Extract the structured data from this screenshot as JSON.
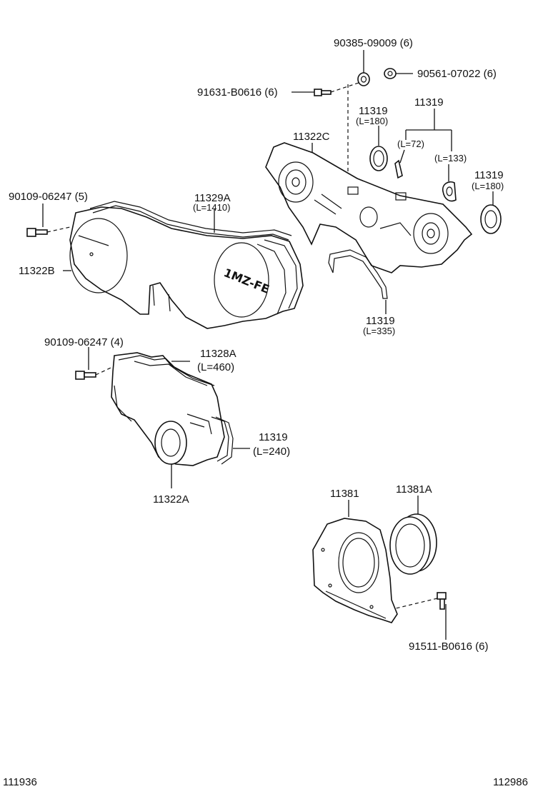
{
  "labels": {
    "p90385": "90385-09009 (6)",
    "p90561": "90561-07022 (6)",
    "p91631": "91631-B0616 (6)",
    "p11319_top": "11319",
    "p11319_top_len": "(L=180)",
    "p11319_group": "11319",
    "p11319_group_l72": "(L=72)",
    "p11319_group_l133": "(L=133)",
    "p11322C": "11322C",
    "p11319_right": "11319",
    "p11319_right_len": "(L=180)",
    "p90109_a": "90109-06247 (5)",
    "p11329A": "11329A",
    "p11329A_len": "(L=1410)",
    "p11322B": "11322B",
    "p11319_mid": "11319",
    "p11319_mid_len": "(L=335)",
    "p90109_b": "90109-06247 (4)",
    "p11328A": "11328A",
    "p11328A_len": "(L=460)",
    "p11319_low": "11319",
    "p11319_low_len": "(L=240)",
    "p11322A": "11322A",
    "p11381": "11381",
    "p11381A": "11381A",
    "p91511": "91511-B0616 (6)",
    "logo_text": "1MZ-FE"
  },
  "footer": {
    "left_code": "111936",
    "right_code": "112986"
  }
}
